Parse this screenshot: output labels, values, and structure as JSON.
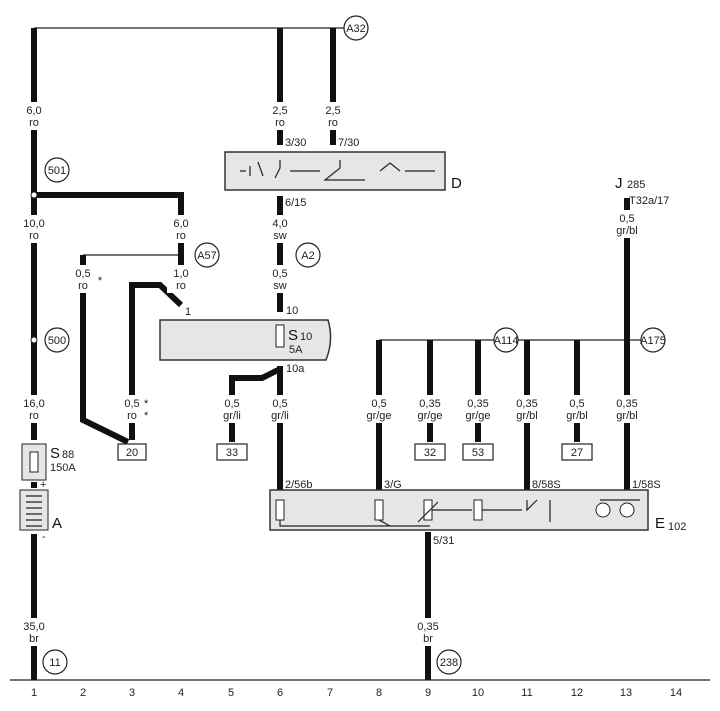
{
  "components": {
    "D": {
      "label": "D",
      "pins": [
        "3/30",
        "7/30",
        "6/15"
      ]
    },
    "S10": {
      "label": "S",
      "sub": "10",
      "rating": "5A",
      "pins": [
        "10",
        "10a"
      ]
    },
    "S88": {
      "label": "S",
      "sub": "88",
      "rating": "150A"
    },
    "A": {
      "label": "A",
      "plus": "+",
      "minus": "-"
    },
    "E102": {
      "label": "E",
      "sub": "102",
      "pins": [
        "2/56b",
        "3/G",
        "8/58S",
        "1/58S",
        "5/31"
      ]
    },
    "J285": {
      "label": "J",
      "sub": "285",
      "pin": "T32a/17"
    },
    "S10_pin_1": "1"
  },
  "wires": [
    {
      "size": "6,0",
      "color": "ro"
    },
    {
      "size": "2,5",
      "color": "ro"
    },
    {
      "size": "2,5",
      "color": "ro"
    },
    {
      "size": "10,0",
      "color": "ro"
    },
    {
      "size": "6,0",
      "color": "ro"
    },
    {
      "size": "4,0",
      "color": "sw"
    },
    {
      "size": "0,5",
      "color": "ro",
      "mark": "*"
    },
    {
      "size": "1,0",
      "color": "ro"
    },
    {
      "size": "0,5",
      "color": "sw"
    },
    {
      "size": "0,5",
      "color": "gr/bl"
    },
    {
      "size": "0,5",
      "color": "ro",
      "mark": "*\n*"
    },
    {
      "size": "16,0",
      "color": "ro"
    },
    {
      "size": "0,5",
      "color": "gr/li"
    },
    {
      "size": "0,5",
      "color": "gr/li"
    },
    {
      "size": "0,5",
      "color": "gr/ge"
    },
    {
      "size": "0,35",
      "color": "gr/ge"
    },
    {
      "size": "0,35",
      "color": "gr/ge"
    },
    {
      "size": "0,35",
      "color": "gr/bl"
    },
    {
      "size": "0,5",
      "color": "gr/bl"
    },
    {
      "size": "0,35",
      "color": "gr/bl"
    },
    {
      "size": "35,0",
      "color": "br"
    },
    {
      "size": "0,35",
      "color": "br"
    }
  ],
  "connections": [
    "A32",
    "501",
    "A57",
    "A2",
    "500",
    "A114",
    "A175",
    "11",
    "238"
  ],
  "references": [
    "20",
    "33",
    "32",
    "53",
    "27"
  ],
  "columns": [
    "1",
    "2",
    "3",
    "4",
    "5",
    "6",
    "7",
    "8",
    "9",
    "10",
    "11",
    "12",
    "13",
    "14"
  ]
}
